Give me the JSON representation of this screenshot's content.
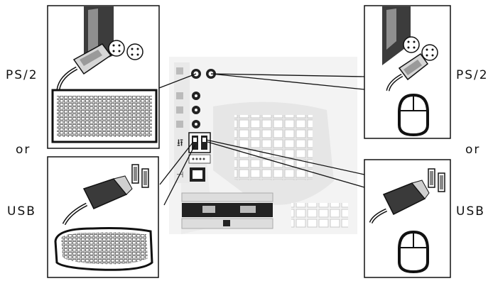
{
  "labels": {
    "left_top": "PS/2",
    "left_or": "or",
    "left_bottom": "USB",
    "right_top": "PS/2",
    "right_or": "or",
    "right_bottom": "USB"
  },
  "colors": {
    "line": "#111111",
    "dark": "#3a3a3a",
    "mid": "#9a9a9a",
    "light": "#d9d9d9"
  }
}
